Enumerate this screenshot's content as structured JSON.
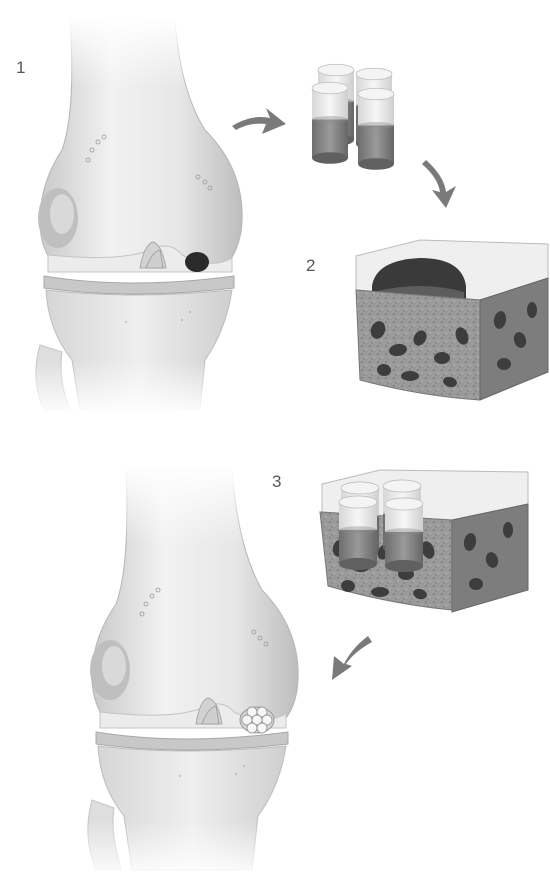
{
  "steps": [
    {
      "label": "1"
    },
    {
      "label": "2"
    },
    {
      "label": "3"
    }
  ],
  "colors": {
    "bone_light": "#f1f1f1",
    "bone_mid": "#d9d9d9",
    "bone_shadow": "#b8b8b8",
    "cartilage": "#e8e8e8",
    "cancellous": "#8f8f8f",
    "cancellous_dark": "#5a5a5a",
    "arrow": "#777777",
    "defect": "#2a2a2a"
  },
  "plugs": {
    "count": 4
  },
  "repair_plugs": {
    "count": 7
  }
}
